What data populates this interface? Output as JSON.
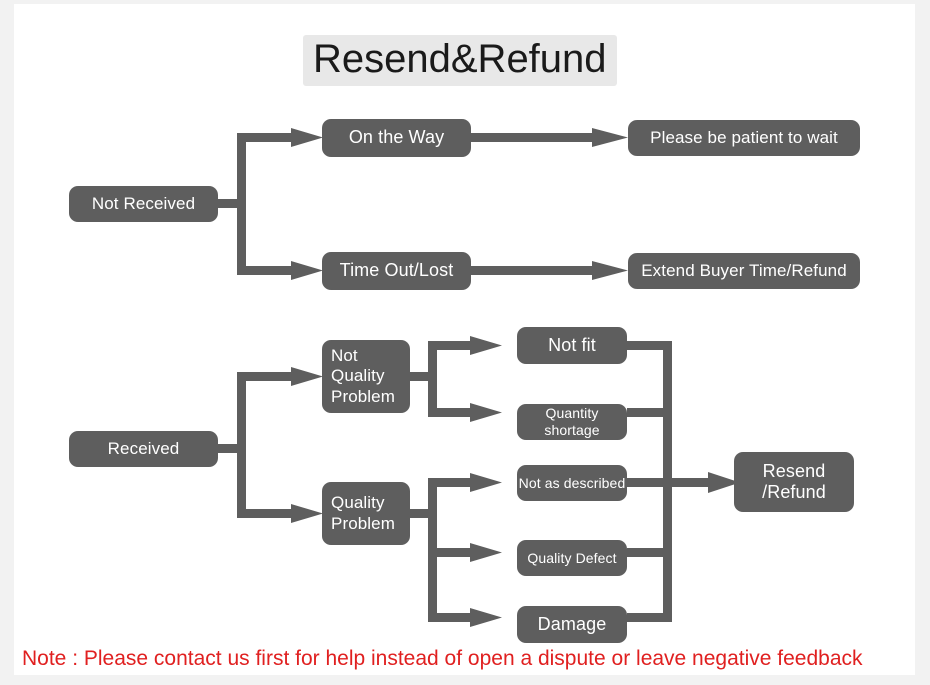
{
  "title": "Resend&Refund",
  "note": "Note : Please contact us first for help instead of open a dispute or leave negative feedback",
  "colors": {
    "node_fill": "#5e5e5e",
    "node_text": "#ffffff",
    "connector": "#5e5e5e",
    "title_highlight": "#e8e8e8",
    "note_text": "#e02020",
    "canvas": "#ffffff",
    "page_background": "#f2f2f2"
  },
  "branches": {
    "not_received": {
      "label": "Not Received",
      "outcomes": [
        {
          "status": "On the Way",
          "action": "Please be patient to wait"
        },
        {
          "status": "Time Out/Lost",
          "action": "Extend Buyer Time/Refund"
        }
      ]
    },
    "received": {
      "label": "Received",
      "categories": [
        {
          "label": "Not\nQuality\nProblem",
          "line1": "Not",
          "line2": "Quality",
          "line3": "Problem",
          "reasons": [
            "Not fit",
            "Quantity shortage"
          ]
        },
        {
          "label": "Quality\nProblem",
          "line1": "Quality",
          "line2": "Problem",
          "reasons": [
            "Not as described",
            "Quality Defect",
            "Damage"
          ]
        }
      ],
      "resolution_line1": "Resend",
      "resolution_line2": "/Refund"
    }
  },
  "nodes": {
    "not_received": "Not Received",
    "on_the_way": "On the Way",
    "please_be_patient": "Please be patient to wait",
    "time_out_lost": "Time Out/Lost",
    "extend_buyer": "Extend Buyer Time/Refund",
    "received": "Received",
    "not_quality_l1": "Not",
    "not_quality_l2": "Quality",
    "not_quality_l3": "Problem",
    "quality_l1": "Quality",
    "quality_l2": "Problem",
    "not_fit": "Not fit",
    "quantity_shortage": "Quantity shortage",
    "not_as_described": "Not as described",
    "quality_defect": "Quality Defect",
    "damage": "Damage",
    "resend_l1": "Resend",
    "resend_l2": "/Refund"
  }
}
